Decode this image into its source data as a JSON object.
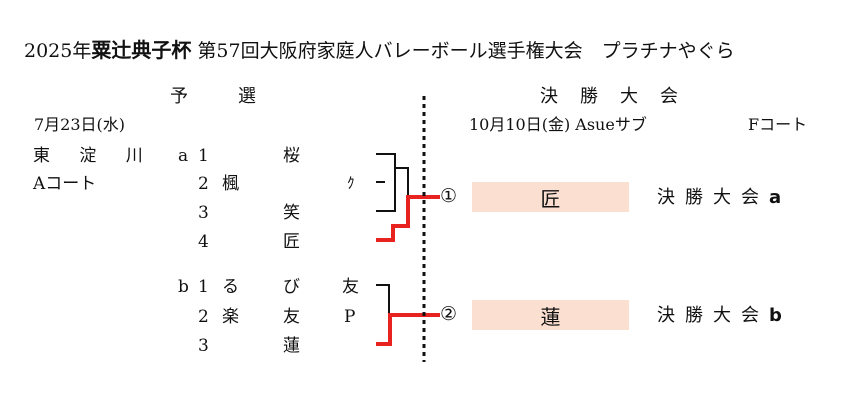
{
  "title": {
    "year": "2025年",
    "cup": "粟辻典子杯",
    "event": "第57回大阪府家庭人バレーボール選手権大会　プラチナやぐら"
  },
  "qualifier": {
    "header": "予選",
    "date": "7月23日(水)",
    "venue_line1": "東 淀 川",
    "venue_line2": "Aコート"
  },
  "final_stage": {
    "header": "決勝大会",
    "date_venue": "10月10日(金) Asueサブ",
    "court": "Fコート"
  },
  "block_a": {
    "label": "a",
    "teams": [
      {
        "num": "1",
        "name": "桜"
      },
      {
        "num": "2",
        "name": "楓"
      },
      {
        "num": "3",
        "name": "笑"
      },
      {
        "num": "4",
        "name": "匠"
      }
    ],
    "note": "ｸ",
    "slot": "①",
    "winner": "匠",
    "result_label": "決勝大会",
    "result_tag": "a"
  },
  "block_b": {
    "label": "b",
    "teams": [
      {
        "num": "1",
        "name_parts": [
          "る",
          "び",
          "友"
        ]
      },
      {
        "num": "2",
        "name_parts": [
          "楽",
          "友",
          "P"
        ]
      },
      {
        "num": "3",
        "name_parts": [
          "",
          "蓮",
          ""
        ]
      }
    ],
    "slot": "②",
    "winner": "蓮",
    "result_label": "決勝大会",
    "result_tag": "b"
  },
  "colors": {
    "winner_line": "#e8231f",
    "winner_box": "#fbe0d2"
  }
}
